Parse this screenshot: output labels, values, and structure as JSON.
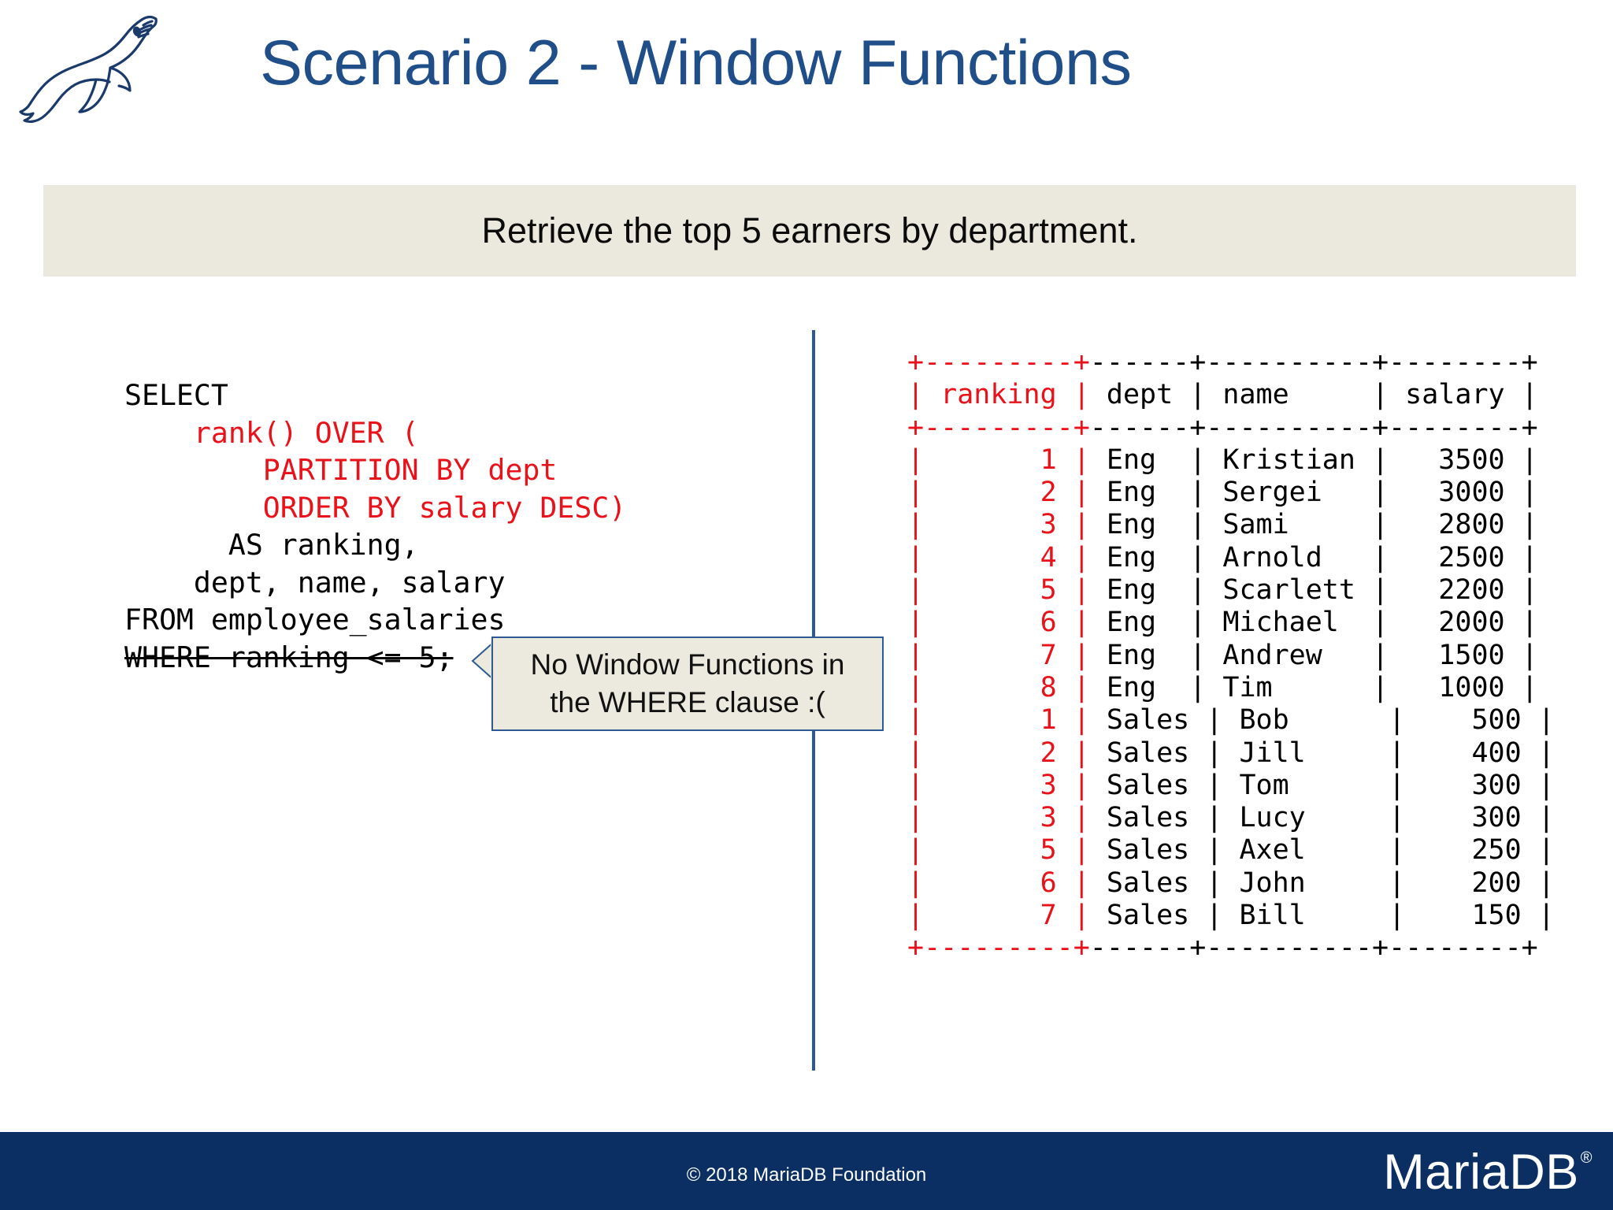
{
  "slide": {
    "title": "Scenario 2 - Window Functions",
    "subtitle": "Retrieve the top 5 earners by department.",
    "logo_icon": "mariadb-seal-logo",
    "accent_blue": "#1f4e88",
    "banner_bg": "#ebe8de",
    "code_red": "#e8131a",
    "divider_color": "#2d5a92",
    "footer_bg": "#0b2f63"
  },
  "sql": {
    "lines": [
      {
        "text": "SELECT",
        "color": "black",
        "strike": false
      },
      {
        "text": "    rank() OVER (",
        "color": "red",
        "strike": false
      },
      {
        "text": "        PARTITION BY dept",
        "color": "red",
        "strike": false
      },
      {
        "text": "        ORDER BY salary DESC)",
        "color": "red",
        "strike": false
      },
      {
        "text": "      AS ranking,",
        "color": "black",
        "strike": false
      },
      {
        "text": "    dept, name, salary",
        "color": "black",
        "strike": false
      },
      {
        "text": "FROM employee_salaries",
        "color": "black",
        "strike": false
      },
      {
        "text": "WHERE ranking <= 5;",
        "color": "black",
        "strike": true
      }
    ],
    "full_text": "SELECT\n    rank() OVER (\n        PARTITION BY dept\n        ORDER BY salary DESC)\n      AS ranking,\n    dept, name, salary\nFROM employee_salaries\nWHERE ranking <= 5;"
  },
  "callout": {
    "line1": "No Window Functions in",
    "line2": "the WHERE clause :("
  },
  "result": {
    "columns": [
      "ranking",
      "dept",
      "name",
      "salary"
    ],
    "highlight_column": "ranking",
    "rows": [
      {
        "ranking": "1",
        "dept": "Eng",
        "name": "Kristian",
        "salary": "3500"
      },
      {
        "ranking": "2",
        "dept": "Eng",
        "name": "Sergei",
        "salary": "3000"
      },
      {
        "ranking": "3",
        "dept": "Eng",
        "name": "Sami",
        "salary": "2800"
      },
      {
        "ranking": "4",
        "dept": "Eng",
        "name": "Arnold",
        "salary": "2500"
      },
      {
        "ranking": "5",
        "dept": "Eng",
        "name": "Scarlett",
        "salary": "2200"
      },
      {
        "ranking": "6",
        "dept": "Eng",
        "name": "Michael",
        "salary": "2000"
      },
      {
        "ranking": "7",
        "dept": "Eng",
        "name": "Andrew",
        "salary": "1500"
      },
      {
        "ranking": "8",
        "dept": "Eng",
        "name": "Tim",
        "salary": "1000"
      },
      {
        "ranking": "1",
        "dept": "Sales",
        "name": "Bob",
        "salary": "500"
      },
      {
        "ranking": "2",
        "dept": "Sales",
        "name": "Jill",
        "salary": "400"
      },
      {
        "ranking": "3",
        "dept": "Sales",
        "name": "Tom",
        "salary": "300"
      },
      {
        "ranking": "3",
        "dept": "Sales",
        "name": "Lucy",
        "salary": "300"
      },
      {
        "ranking": "5",
        "dept": "Sales",
        "name": "Axel",
        "salary": "250"
      },
      {
        "ranking": "6",
        "dept": "Sales",
        "name": "John",
        "salary": "200"
      },
      {
        "ranking": "7",
        "dept": "Sales",
        "name": "Bill",
        "salary": "150"
      }
    ],
    "rule_segments": {
      "ranking": "+---------+",
      "rest": "------+----------+--------+"
    }
  },
  "footer": {
    "copyright": "© 2018 MariaDB Foundation",
    "brand": "MariaDB",
    "brand_mark": "®"
  }
}
